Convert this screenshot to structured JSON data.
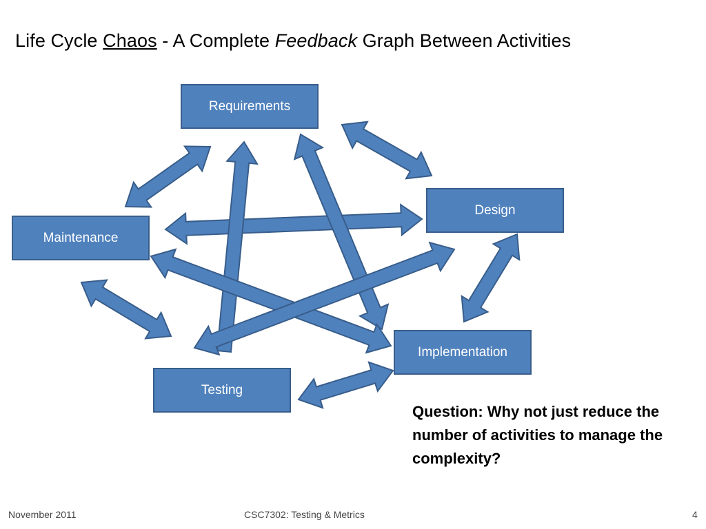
{
  "title": {
    "part1": "Life Cycle ",
    "part2": "Chaos",
    "part3": " - A Complete ",
    "part4": "Feedback",
    "part5": " Graph Between Activities"
  },
  "nodes": {
    "requirements": "Requirements",
    "design": "Design",
    "maintenance": "Maintenance",
    "implementation": "Implementation",
    "testing": "Testing"
  },
  "question": "Question: Why not just reduce the number of activities to manage the complexity?",
  "footer": {
    "date": "November 2011",
    "course": "CSC7302: Testing & Metrics",
    "page": "4"
  },
  "colors": {
    "node_fill": "#4f81bd",
    "node_border": "#385d8a",
    "arrow_fill": "#4f81bd",
    "arrow_stroke": "#385d8a"
  }
}
